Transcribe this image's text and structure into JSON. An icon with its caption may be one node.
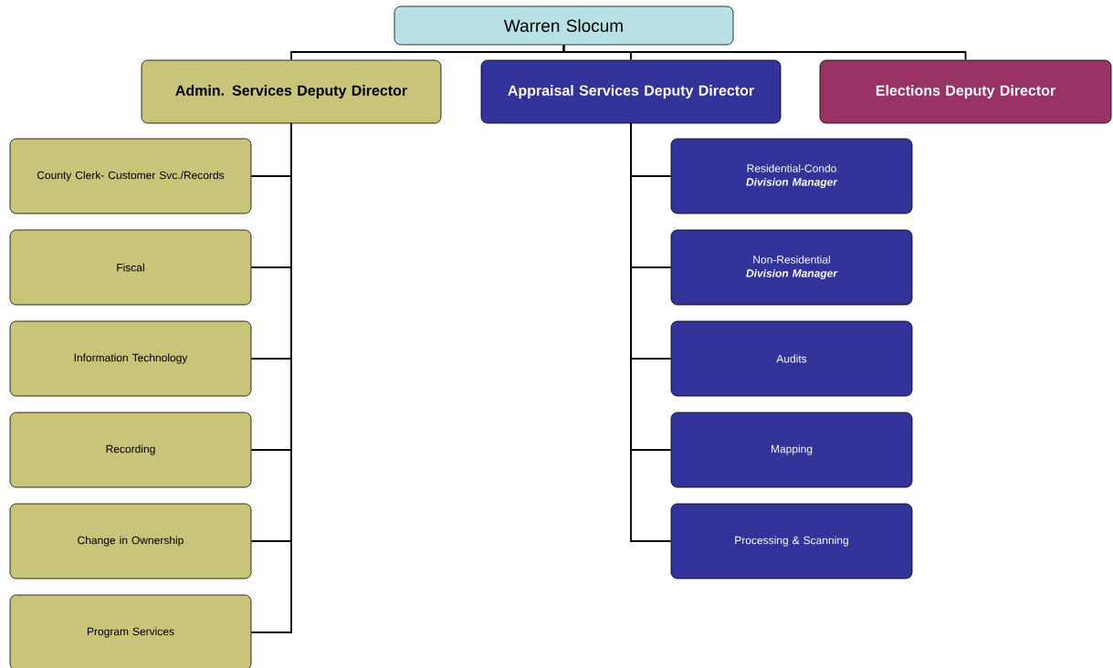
{
  "diagram": {
    "nodes": [
      {
        "text": [
          "Warren Slocum"
        ]
      },
      {
        "text": [
          "Admin. Services Deputy Director"
        ]
      },
      {
        "text": [
          "Appraisal Services Deputy Director"
        ]
      },
      {
        "text": [
          "Elections Deputy Director"
        ]
      },
      {
        "text": [
          "County Clerk- Customer Svc./Records"
        ]
      },
      {
        "text": [
          "Fiscal"
        ]
      },
      {
        "text": [
          "Information Technology"
        ]
      },
      {
        "text": [
          "Recording"
        ]
      },
      {
        "text": [
          "Change in Ownership"
        ]
      },
      {
        "text": [
          "Program Services"
        ]
      },
      {
        "text": [
          "Residential-Condo",
          "Division Manager"
        ]
      },
      {
        "text": [
          "Non-Residential",
          "Division Manager"
        ]
      },
      {
        "text": [
          "Audits"
        ]
      },
      {
        "text": [
          "Mapping"
        ]
      },
      {
        "text": [
          "Processing & Scanning"
        ]
      }
    ],
    "edges": [
      {
        "from": 0,
        "to": 1,
        "arrow": "none"
      },
      {
        "from": 0,
        "to": 2,
        "arrow": "none"
      },
      {
        "from": 0,
        "to": 3,
        "arrow": "none"
      },
      {
        "from": 1,
        "to": 4,
        "arrow": "none"
      },
      {
        "from": 1,
        "to": 5,
        "arrow": "none"
      },
      {
        "from": 1,
        "to": 6,
        "arrow": "none"
      },
      {
        "from": 1,
        "to": 7,
        "arrow": "none"
      },
      {
        "from": 1,
        "to": 8,
        "arrow": "none"
      },
      {
        "from": 1,
        "to": 9,
        "arrow": "none"
      },
      {
        "from": 2,
        "to": 10,
        "arrow": "none"
      },
      {
        "from": 2,
        "to": 11,
        "arrow": "none"
      },
      {
        "from": 2,
        "to": 12,
        "arrow": "none"
      },
      {
        "from": 2,
        "to": 13,
        "arrow": "none"
      },
      {
        "from": 2,
        "to": 14,
        "arrow": "none"
      }
    ]
  }
}
